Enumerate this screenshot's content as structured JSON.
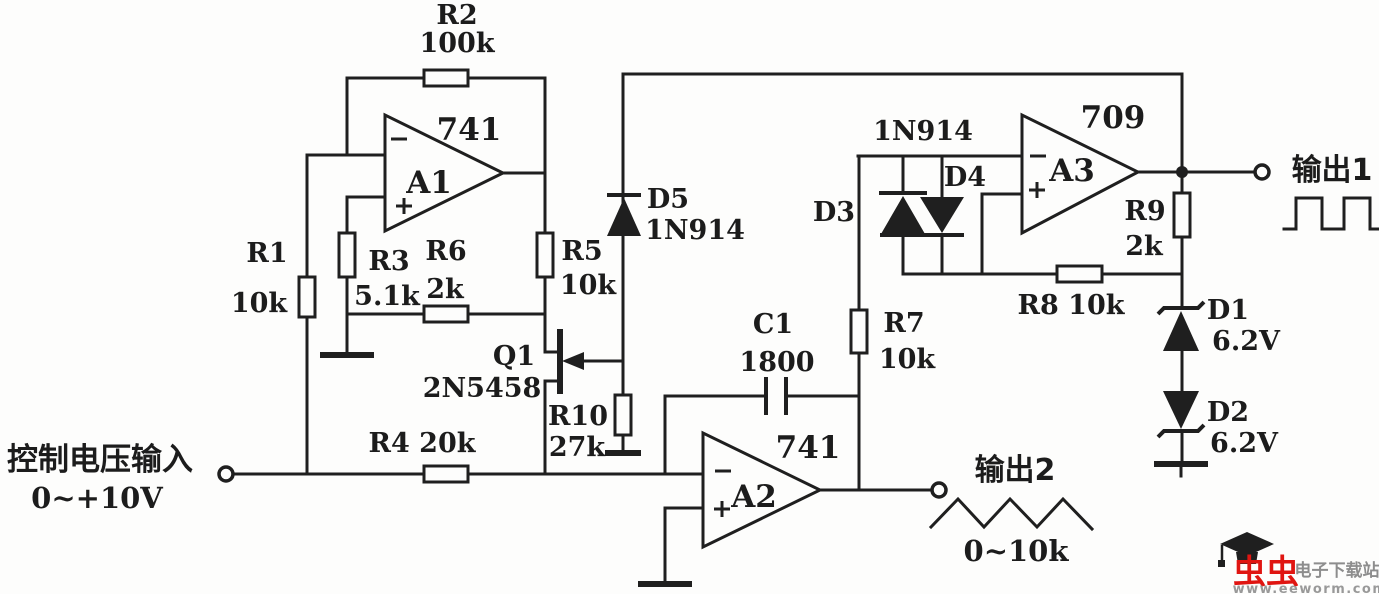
{
  "components": {
    "r1": {
      "ref": "R1",
      "value": "10k"
    },
    "r2": {
      "ref": "R2",
      "value": "100k"
    },
    "r3": {
      "ref": "R3",
      "value": "5.1k"
    },
    "r4": {
      "label": "R4  20k"
    },
    "r5": {
      "ref": "R5",
      "value": "10k"
    },
    "r6": {
      "ref": "R6",
      "value": "2k"
    },
    "r7": {
      "ref": "R7",
      "value": "10k"
    },
    "r8": {
      "label": "R8  10k"
    },
    "r9": {
      "ref": "R9",
      "value": "2k"
    },
    "r10": {
      "ref": "R10",
      "value": "27k"
    },
    "c1": {
      "ref": "C1",
      "value": "1800"
    },
    "q1": {
      "ref": "Q1",
      "value": "2N5458"
    },
    "d1": {
      "ref": "D1",
      "value": "6.2V"
    },
    "d2": {
      "ref": "D2",
      "value": "6.2V"
    },
    "d3": {
      "ref": "D3"
    },
    "d4": {
      "ref": "D4"
    },
    "d3d4_part": "1N914",
    "d5": {
      "ref": "D5",
      "value": "1N914"
    }
  },
  "opamps": {
    "a1": {
      "ref": "A1",
      "type": "741"
    },
    "a2": {
      "ref": "A2",
      "type": "741"
    },
    "a3": {
      "ref": "A3",
      "type": "709"
    }
  },
  "ports": {
    "input": {
      "label": "控制电压输入",
      "range": "0~+10V"
    },
    "output1": {
      "label": "输出1",
      "waveform": "square"
    },
    "output2": {
      "label": "输出2",
      "waveform": "triangle",
      "range": "0~10k"
    }
  },
  "watermark": {
    "brand": "虫虫",
    "site": "电子下载站",
    "url": "www.eeworm.com",
    "brand_color": "#e01511",
    "text_color": "#8d8d8d"
  }
}
